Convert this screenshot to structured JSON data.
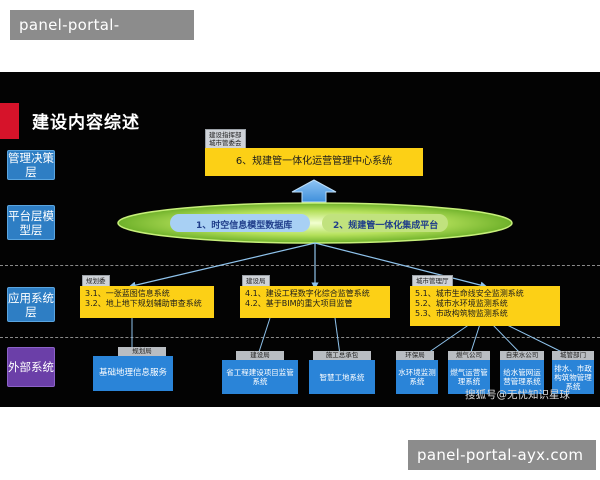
{
  "watermarks": {
    "top": "panel-portal-ayx.com",
    "bottom": "panel-portal-ayx.com"
  },
  "title": "建设内容综述",
  "layers": [
    {
      "label": "管理决策层"
    },
    {
      "label": "平台层模型层"
    },
    {
      "label": "应用系统层"
    },
    {
      "label": "外部系统"
    }
  ],
  "management": {
    "tag": "建设指挥部\n城市管委会",
    "box": "6、规建管一体化运营管理中心系统"
  },
  "platform": {
    "left": "1、时空信息模型数据库",
    "right": "2、规建管一体化集成平台"
  },
  "applications": [
    {
      "tag": "规划委",
      "lines": [
        "3.1、一张蓝图信息系统",
        "3.2、地上地下规划辅助审查系统"
      ]
    },
    {
      "tag": "建设局",
      "lines": [
        "4.1、建设工程数字化综合监管系统",
        "4.2、基于BIM的重大项目监管"
      ]
    },
    {
      "tag": "城市管理厅",
      "lines": [
        "5.1、城市生命线安全监测系统",
        "5.2、城市水环境监测系统",
        "5.3、市政构筑物监测系统"
      ]
    }
  ],
  "external": [
    {
      "tag": "规划局",
      "text": "基础地理信息服务"
    },
    {
      "tag": "建设局",
      "text": "省工程建设项目监管系统"
    },
    {
      "tag": "施工总承包",
      "text": "智慧工地系统"
    },
    {
      "tag": "环保局",
      "text": "水环境监测系统"
    },
    {
      "tag": "燃气公司",
      "text": "燃气运营管理系统"
    },
    {
      "tag": "自来水公司",
      "text": "给水管网运营管理系统"
    },
    {
      "tag": "城管部门",
      "text": "排水、市政构筑物管理系统"
    }
  ],
  "credit": "搜狐号@无忧知识星球",
  "colors": {
    "background": "#030303",
    "accent_red": "#d6132a",
    "yellow": "#fcd016",
    "blue": "#2a84d8",
    "layer_blue": "#2e7ec4",
    "layer_purple": "#6b3fa8",
    "oval_green": "#8ccc3a"
  }
}
